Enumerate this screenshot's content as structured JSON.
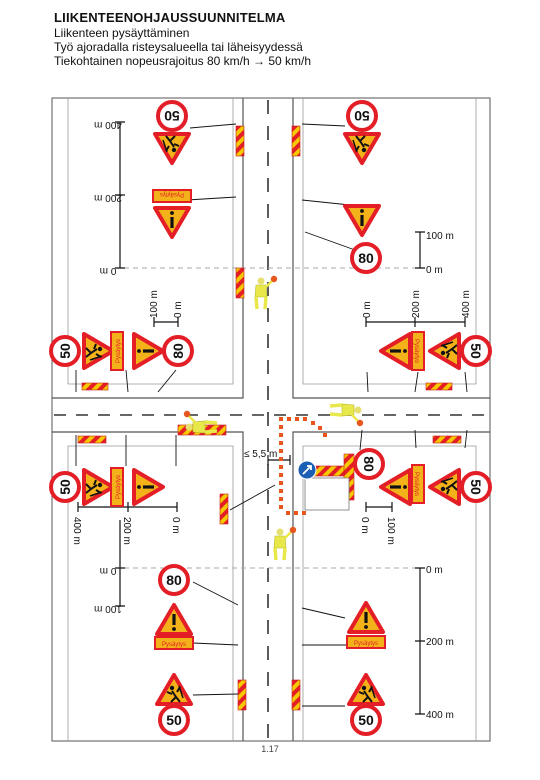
{
  "header": {
    "title": "LIIKENTEENOHJAUSSUUNNITELMA",
    "line1": "Liikenteen pysäyttäminen",
    "line2": "Työ ajoradalla risteysalueella tai läheisyydessä",
    "line3": "Tiekohtainen nopeusrajoitus 80 km/h → 50 km/h"
  },
  "distances": {
    "d400": "400 m",
    "d200": "200 m",
    "d100": "100 m",
    "d0": "0 m",
    "d0_short": "0",
    "width": "≤ 5,5 m"
  },
  "signs": {
    "limit50": "50",
    "limit80": "80",
    "plate": "Pysäytys",
    "excl": "!"
  },
  "colors": {
    "sign_red": "#e41e26",
    "sign_yellow": "#f4b21a",
    "sign_white": "#ffffff",
    "vest_yellow": "#e8e84a",
    "roadwork_blue": "#1a5fb4",
    "cone_orange": "#e8561f",
    "barrier_red": "#e41e26",
    "barrier_yellow": "#f6c800"
  },
  "page_number": "1.17"
}
